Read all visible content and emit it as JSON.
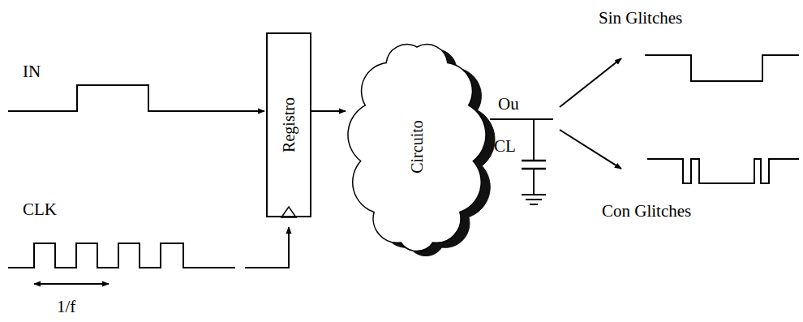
{
  "diagram": {
    "nodes": [
      {
        "text": [
          "Registro"
        ]
      },
      {
        "text": [
          "Circuito"
        ]
      }
    ],
    "edges": [
      {
        "from": 0,
        "to": 1,
        "arrow": "to"
      }
    ],
    "labels": [
      "IN",
      "CLK",
      "1/f",
      "Ou",
      "CL",
      "Sin Glitches",
      "Con Glitches"
    ]
  }
}
